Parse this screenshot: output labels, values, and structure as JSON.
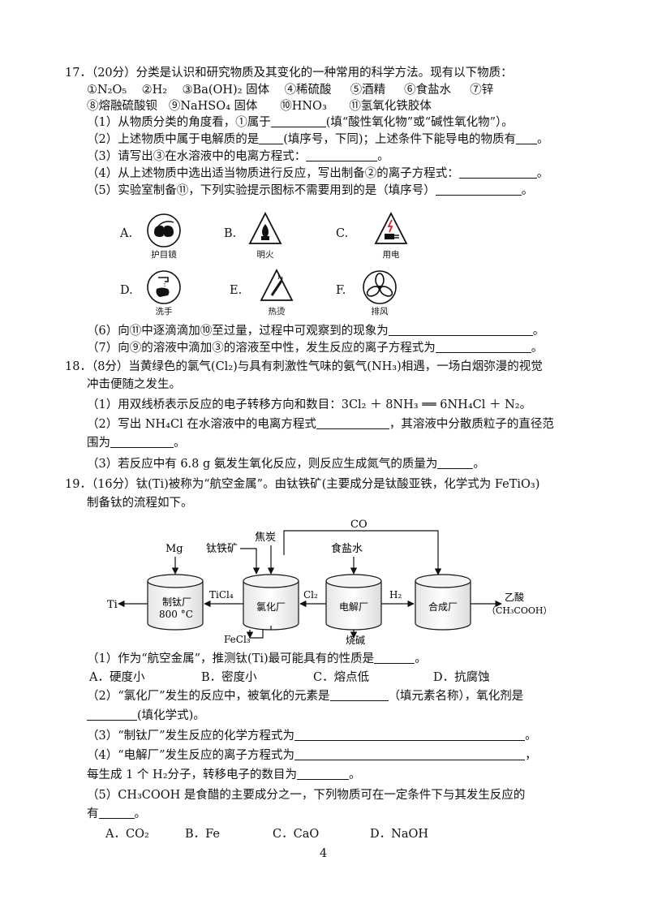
{
  "q17": {
    "header": "17．（20分）分类是认识和研究物质及其变化的一种常用的科学方法。现有以下物质：",
    "substances_row1": [
      "①N₂O₅",
      "②H₂",
      "③Ba(OH)₂ 固体",
      "④稀硫酸",
      "⑤酒精",
      "⑥食盐水",
      "⑦锌"
    ],
    "substances_row2": [
      "⑧熔融硫酸钡",
      "⑨NaHSO₄ 固体",
      "⑩HNO₃",
      "⑪氢氧化铁胶体"
    ],
    "p1a": "（1）从物质分类的角度看，①属于",
    "p1b": "(填“酸性氧化物”或“碱性氧化物”）。",
    "p2a": "（2）上述物质中属于电解质的是",
    "p2b": "(填序号，下同)；上述条件下能导电的物质有",
    "p2c": "。",
    "p3a": "（3）请写出③在水溶液中的电离方程式：",
    "p3b": "。",
    "p4a": "（4）从上述物质中选出适当物质进行反应，写出制备②的离子方程式：",
    "p4b": "。",
    "p5a": "（5）实验室制备⑪，下列实验提示图标不需要用到的是（填序号）",
    "p5b": "。",
    "icons": [
      {
        "letter": "A.",
        "caption": "护目镜",
        "icon": "goggles-icon"
      },
      {
        "letter": "B.",
        "caption": "明火",
        "icon": "flame-icon"
      },
      {
        "letter": "C.",
        "caption": "用电",
        "icon": "electricity-icon"
      },
      {
        "letter": "D.",
        "caption": "洗手",
        "icon": "hand-wash-icon"
      },
      {
        "letter": "E.",
        "caption": "热烫",
        "icon": "hot-surface-icon"
      },
      {
        "letter": "F.",
        "caption": "排风",
        "icon": "exhaust-fan-icon"
      }
    ],
    "p6a": "（6）向⑪中逐滴滴加⑩至过量，过程中可观察到的现象为",
    "p6b": "。",
    "p7a": "（7）向⑨的溶液中滴加③的溶液至中性，发生反应的离子方程式为",
    "p7b": "。"
  },
  "q18": {
    "line1": "18．（8分）当黄绿色的氯气(Cl₂)与具有刺激性气味的氨气(NH₃)相遇，一场白烟弥漫的视觉",
    "line2": "冲击便随之发生。",
    "p1": "（1）用双线桥表示反应的电子转移方向和数目：3Cl₂ ＋ 8NH₃ ══ 6NH₄Cl ＋ N₂。",
    "p2a": "（2）写出 NH₄Cl 在水溶液中的电离方程式",
    "p2b": "，其溶液中分散质粒子的直径范",
    "p2c": "围为",
    "p2d": "。",
    "p3a": "（3）若反应中有 6.8 g 氨发生氧化反应，则反应生成氮气的质量为",
    "p3b": "。"
  },
  "q19": {
    "line1": "19．（16分）钛(Ti)被称为“航空金属”。由钛铁矿(主要成分是钛酸亚铁，化学式为 FeTiO₃)",
    "line2": "制备钛的流程如下。",
    "flow": {
      "co": "CO",
      "mg": "Mg",
      "ilmenite": "钛铁矿",
      "coke": "焦炭",
      "brine": "食盐水",
      "ti": "Ti",
      "plant1_line1": "制钛厂",
      "plant1_line2": "800 °C",
      "ticl4": "TiCl₄",
      "plant2": "氯化厂",
      "cl2": "Cl₂",
      "plant3": "电解厂",
      "h2": "H₂",
      "plant4": "合成厂",
      "acetic_line1": "乙酸",
      "acetic_line2": "（CH₃COOH）",
      "fecl3": "FeCl₃",
      "naoh": "烧碱"
    },
    "p1a": "（1）作为“航空金属”，推测钛(Ti)最可能具有的性质是",
    "p1b": "。",
    "p1_options": [
      "A．硬度小",
      "B．密度小",
      "C．熔点低",
      "D．抗腐蚀"
    ],
    "p2a": "（2）“氯化厂”发生的反应中，被氧化的元素是",
    "p2b": "（填元素名称），氧化剂是",
    "p2c": "(填化学式)。",
    "p3a": "（3）“制钛厂”发生反应的化学方程式为",
    "p3b": "。",
    "p4a": "（4）“电解厂”发生反应的离子方程式为",
    "p4b": "，",
    "p4c": "每生成 1 个 H₂分子，转移电子的数目为",
    "p4d": "。",
    "p5a": "（5）CH₃COOH 是食醋的主要成分之一，下列物质可在一定条件下与其发生反应的",
    "p5b": "有",
    "p5c": "。",
    "p5_options": [
      "A．CO₂",
      "B．Fe",
      "C．CaO",
      "D．NaOH"
    ]
  },
  "page_number": "4"
}
